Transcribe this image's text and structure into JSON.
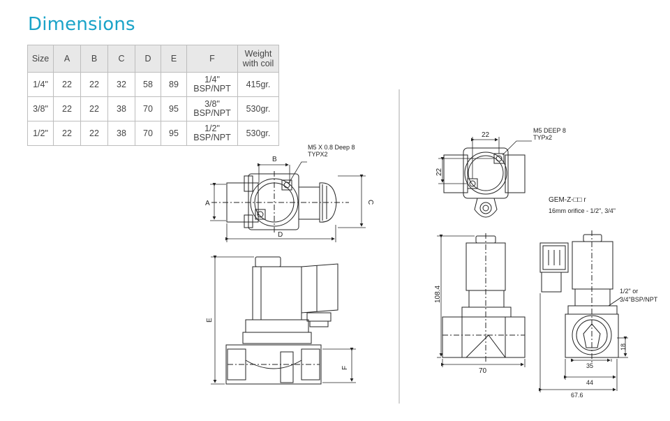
{
  "title": "Dimensions",
  "table": {
    "headers": [
      "Size",
      "A",
      "B",
      "C",
      "D",
      "E",
      "F",
      "Weight\nwith coil"
    ],
    "header_lines": {
      "weight_1": "Weight",
      "weight_2": "with coil"
    },
    "rows": [
      {
        "size": "1/4\"",
        "a": "22",
        "b": "22",
        "c": "32",
        "d": "58",
        "e": "89",
        "f1": "1/4\"",
        "f2": "BSP/NPT",
        "weight": "415gr."
      },
      {
        "size": "3/8\"",
        "a": "22",
        "b": "22",
        "c": "38",
        "d": "70",
        "e": "95",
        "f1": "3/8\"",
        "f2": "BSP/NPT",
        "weight": "530gr."
      },
      {
        "size": "1/2\"",
        "a": "22",
        "b": "22",
        "c": "38",
        "d": "70",
        "e": "95",
        "f1": "1/2\"",
        "f2": "BSP/NPT",
        "weight": "530gr."
      }
    ]
  },
  "left_drawing": {
    "note_1": "M5 X 0.8 Deep 8",
    "note_2": "TYPX2",
    "label_b": "B",
    "label_a": "A",
    "label_c": "C",
    "label_d": "D",
    "label_e": "E",
    "label_f": "F"
  },
  "right_drawing": {
    "note_1": "M5 DEEP 8",
    "note_2": "TYPx2",
    "dim_top": "22",
    "dim_side": "22",
    "model": "GEM-Z-□□ r",
    "orifice": "16mm orifice - 1/2\", 3/4\"",
    "dim_height": "108.4",
    "dim_width": "70",
    "port_1": "1/2\" or",
    "port_2": "3/4\"BSP/NPT",
    "dim_18": "18",
    "dim_35": "35",
    "dim_44": "44",
    "dim_676": "67.6"
  }
}
